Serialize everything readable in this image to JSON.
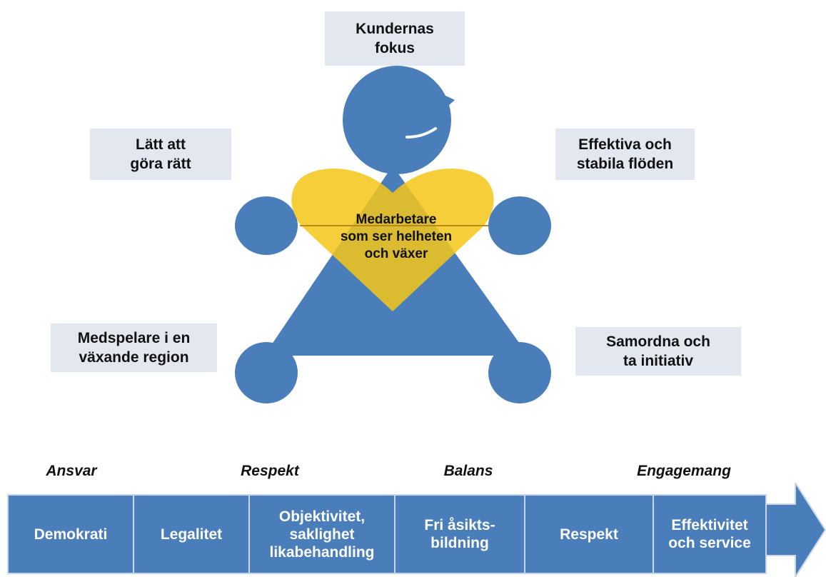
{
  "principles": {
    "top": "Kundernas\nfokus",
    "upper_left": "Lätt att\ngöra rätt",
    "upper_right": "Effektiva och\nstabila flöden",
    "lower_left": "Medspelare i en\nväxande region",
    "lower_right": "Samordna och\nta initiativ"
  },
  "center": "Medarbetare\nsom ser helheten\noch växer",
  "values": [
    "Ansvar",
    "Respekt",
    "Balans",
    "Engagemang"
  ],
  "strip": [
    "Demokrati",
    "Legalitet",
    "Objektivitet,\nsaklighet\nlikabehandling",
    "Fri åsikts-\nbildning",
    "Respekt",
    "Effektivitet\noch service"
  ],
  "colors": {
    "figure_blue": "#4a7ebb",
    "heart_yellow": "#f5c518",
    "label_bg": "#e3e7ef",
    "strip_blue": "#4a7ebb"
  }
}
